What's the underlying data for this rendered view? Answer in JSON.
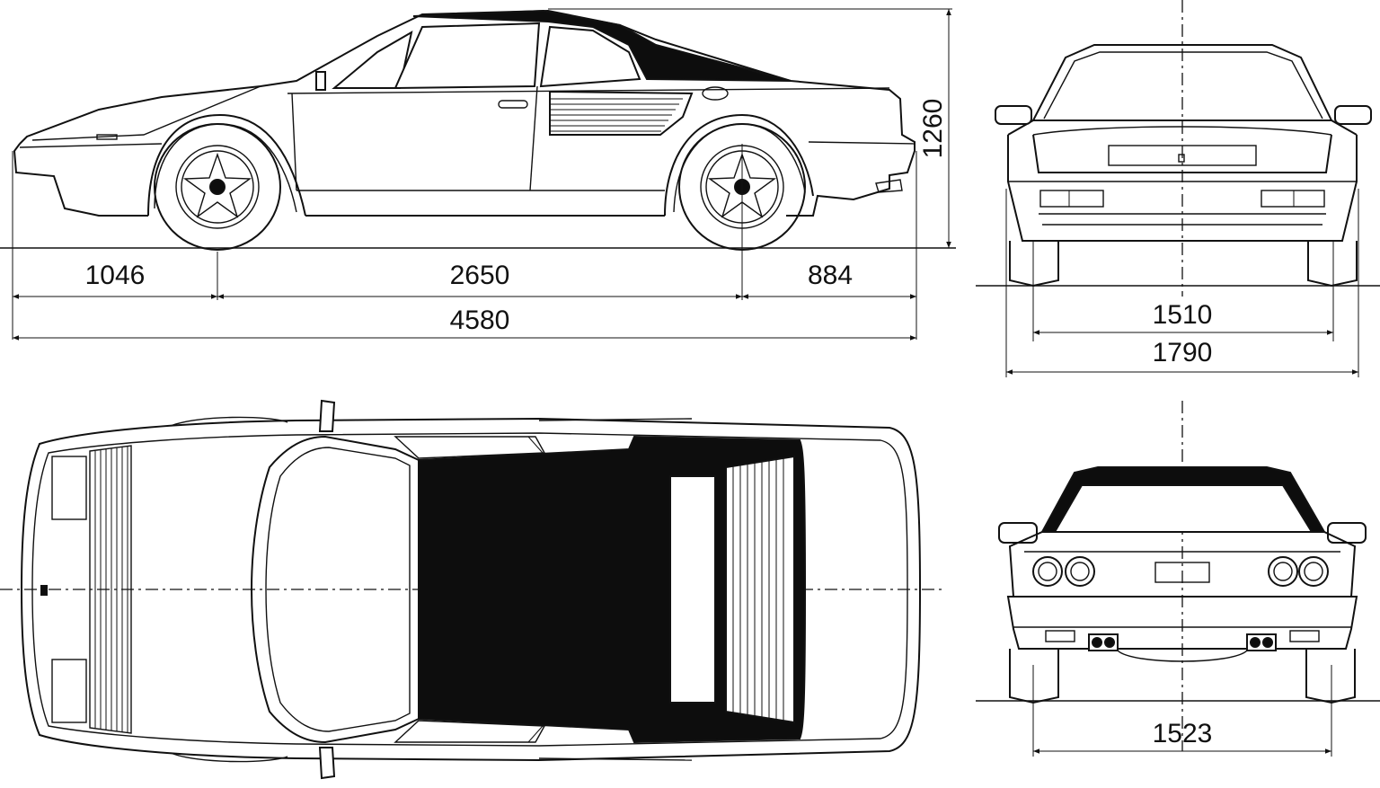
{
  "dimensions": {
    "front_overhang": "1046",
    "wheelbase": "2650",
    "rear_overhang": "884",
    "overall_length": "4580",
    "height": "1260",
    "front_track": "1510",
    "overall_width": "1790",
    "rear_track": "1523"
  },
  "colors": {
    "line": "#111111",
    "roof": "#0d0d0d",
    "background": "#ffffff"
  }
}
